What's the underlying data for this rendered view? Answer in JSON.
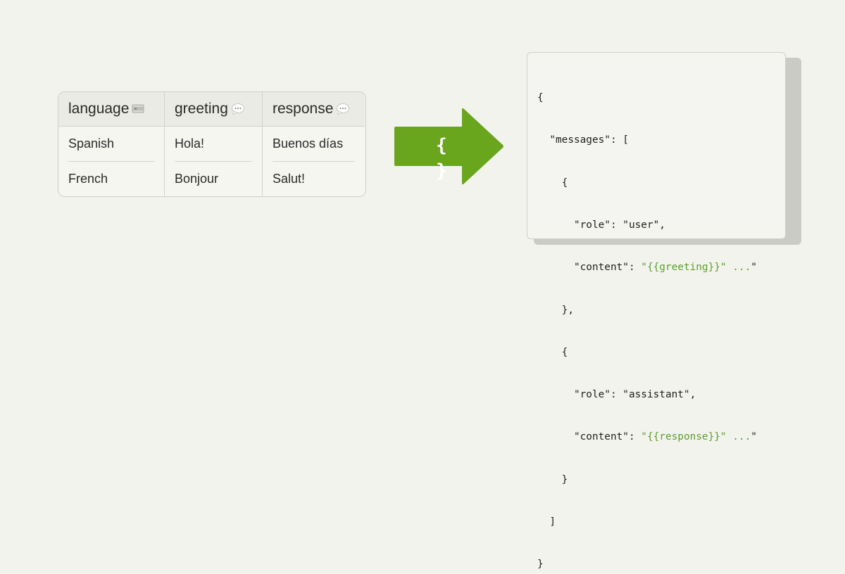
{
  "table": {
    "columns": [
      {
        "header": "language",
        "icon": "flag-icon"
      },
      {
        "header": "greeting",
        "icon": "speech-bubble-icon"
      },
      {
        "header": "response",
        "icon": "speech-bubble-icon"
      }
    ],
    "rows": [
      {
        "language": "Spanish",
        "greeting": "Hola!",
        "response": "Buenos días"
      },
      {
        "language": "French",
        "greeting": "Bonjour",
        "response": "Salut!"
      }
    ]
  },
  "arrow": {
    "label": "{ }",
    "color": "#6aa51e",
    "icon": "curly-braces-icon"
  },
  "code_panel": {
    "lines": [
      {
        "indent": "",
        "text": "{",
        "green": "",
        "tail": ""
      },
      {
        "indent": "  ",
        "text": "\"messages\": [",
        "green": "",
        "tail": ""
      },
      {
        "indent": "    ",
        "text": "{",
        "green": "",
        "tail": ""
      },
      {
        "indent": "      ",
        "text": "\"role\": \"user\",",
        "green": "",
        "tail": ""
      },
      {
        "indent": "      ",
        "text": "\"content\": ",
        "green": "\"{{greeting}}\" ...",
        "tail": "\""
      },
      {
        "indent": "    ",
        "text": "},",
        "green": "",
        "tail": ""
      },
      {
        "indent": "    ",
        "text": "{",
        "green": "",
        "tail": ""
      },
      {
        "indent": "      ",
        "text": "\"role\": \"assistant\",",
        "green": "",
        "tail": ""
      },
      {
        "indent": "      ",
        "text": "\"content\": ",
        "green": "\"{{response}}\" ...",
        "tail": "\""
      },
      {
        "indent": "    ",
        "text": "}",
        "green": "",
        "tail": ""
      },
      {
        "indent": "  ",
        "text": "]",
        "green": "",
        "tail": ""
      },
      {
        "indent": "",
        "text": "}",
        "green": "",
        "tail": ""
      }
    ],
    "template_color": "#5a9e2a"
  },
  "colors": {
    "background": "#f3f3ee",
    "accent_green": "#6aa51e"
  }
}
